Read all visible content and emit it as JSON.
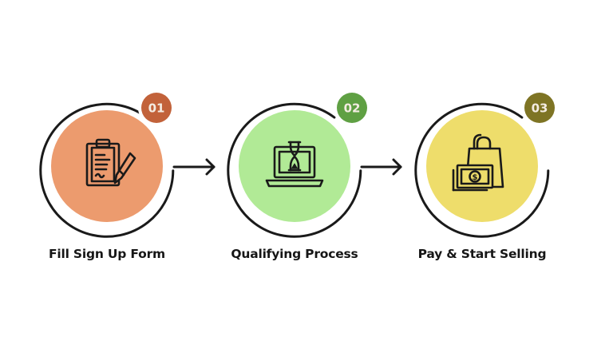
{
  "steps": [
    {
      "number": "01",
      "label": "Fill Sign Up Form",
      "icon": "clipboard-pencil-icon",
      "fill": "#ec9b6e",
      "badge": "#c2623a"
    },
    {
      "number": "02",
      "label": "Qualifying Process",
      "icon": "laptop-hourglass-icon",
      "fill": "#b1ea96",
      "badge": "#5fa043"
    },
    {
      "number": "03",
      "label": "Pay & Start Selling",
      "icon": "shopping-bag-money-icon",
      "fill": "#eedd6b",
      "badge": "#7e7424"
    }
  ],
  "connector_icon": "arrow-right-icon",
  "colors": {
    "outline": "#1a1a1a",
    "text": "#161616",
    "badge_text": "#f4ece2"
  }
}
